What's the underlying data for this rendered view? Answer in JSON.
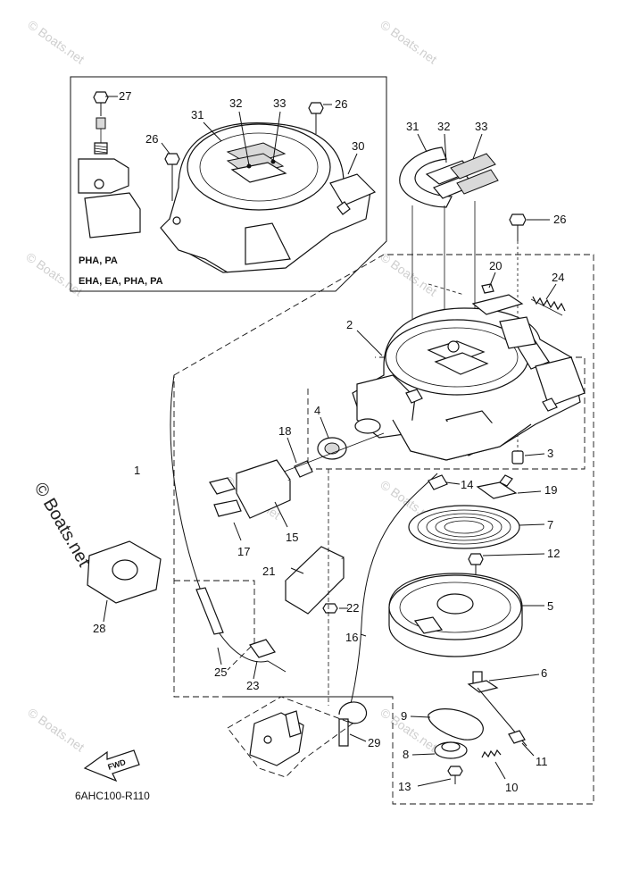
{
  "watermarks": [
    "© Boats.net",
    "© Boats.net",
    "© Boats.net",
    "© Boats.net",
    "© Boats.net",
    "© Boats.net",
    "© Boats.net",
    "© Boats.net"
  ],
  "watermark_side": "© Boats.net",
  "inset": {
    "labels": [
      "PHA, PA",
      "EHA, EA, PHA, PA"
    ],
    "callouts": [
      "27",
      "26",
      "31",
      "32",
      "33",
      "26",
      "30"
    ]
  },
  "callouts": [
    "31",
    "32",
    "33",
    "26",
    "20",
    "24",
    "2",
    "1",
    "3",
    "4",
    "18",
    "14",
    "19",
    "17",
    "15",
    "7",
    "12",
    "21",
    "22",
    "5",
    "16",
    "6",
    "28",
    "25",
    "23",
    "9",
    "11",
    "8",
    "10",
    "13",
    "29"
  ],
  "direction_arrow": "FWD",
  "figure_code": "6AHC100-R110",
  "colors": {
    "line": "#111111",
    "fill": "#ffffff",
    "shade": "#d9d9d9",
    "watermark": "#cfcfcf"
  }
}
